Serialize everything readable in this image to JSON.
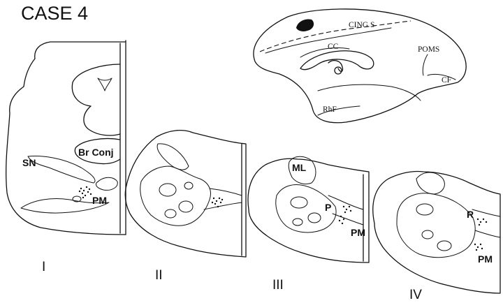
{
  "title": "CASE 4",
  "brain_labels": {
    "cing_s": "CING S",
    "cc": "CC",
    "poms": "POMS",
    "cf": "CF",
    "rhf": "RhF"
  },
  "sections": [
    {
      "numeral": "I",
      "labels": [
        "SN",
        "Br Conj",
        "PM"
      ]
    },
    {
      "numeral": "II",
      "labels": []
    },
    {
      "numeral": "III",
      "labels": [
        "ML",
        "P",
        "PM"
      ]
    },
    {
      "numeral": "IV",
      "labels": [
        "R",
        "PM"
      ]
    }
  ],
  "colors": {
    "ink": "#111111",
    "background": "#ffffff"
  }
}
